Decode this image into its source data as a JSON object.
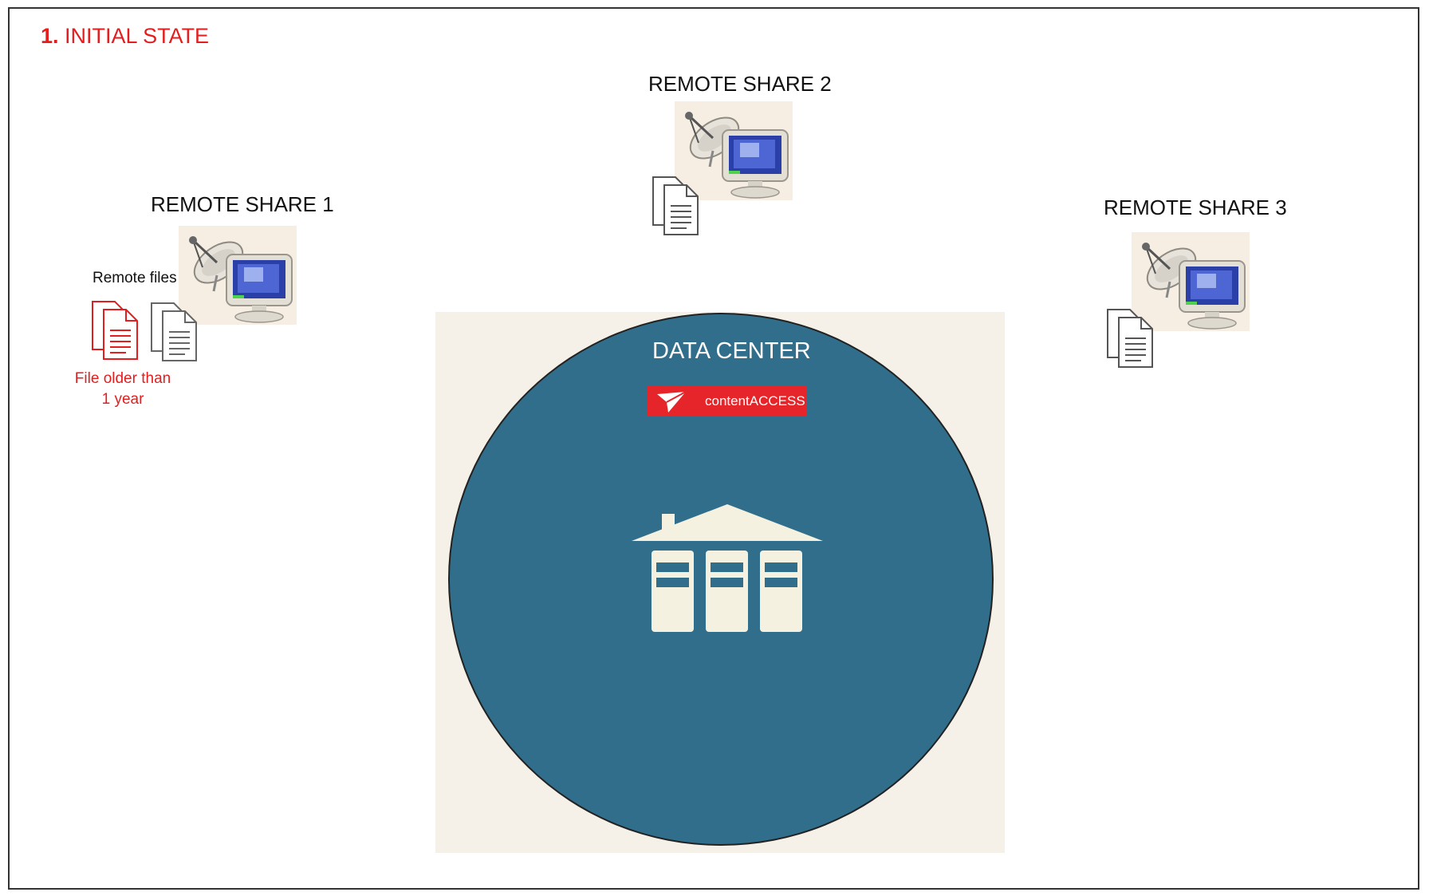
{
  "title": {
    "number": "1.",
    "text": "INITIAL STATE"
  },
  "shares": [
    {
      "label": "REMOTE SHARE 1"
    },
    {
      "label": "REMOTE SHARE 2"
    },
    {
      "label": "REMOTE SHARE 3"
    }
  ],
  "remote_files_label": "Remote files",
  "old_file_note": {
    "line1": "File older than",
    "line2": "1 year"
  },
  "data_center": {
    "label": "DATA CENTER",
    "product": "contentACCESS"
  },
  "icons": [
    "satellite-computer-icon",
    "document-icon",
    "red-document-icon",
    "paper-plane-icon",
    "data-center-building-icon"
  ],
  "colors": {
    "title": "#e41e1e",
    "circle": "#316e8b",
    "badge": "#e6252a",
    "backdrop": "#f6f1e8",
    "old_file": "#e41e1e"
  }
}
